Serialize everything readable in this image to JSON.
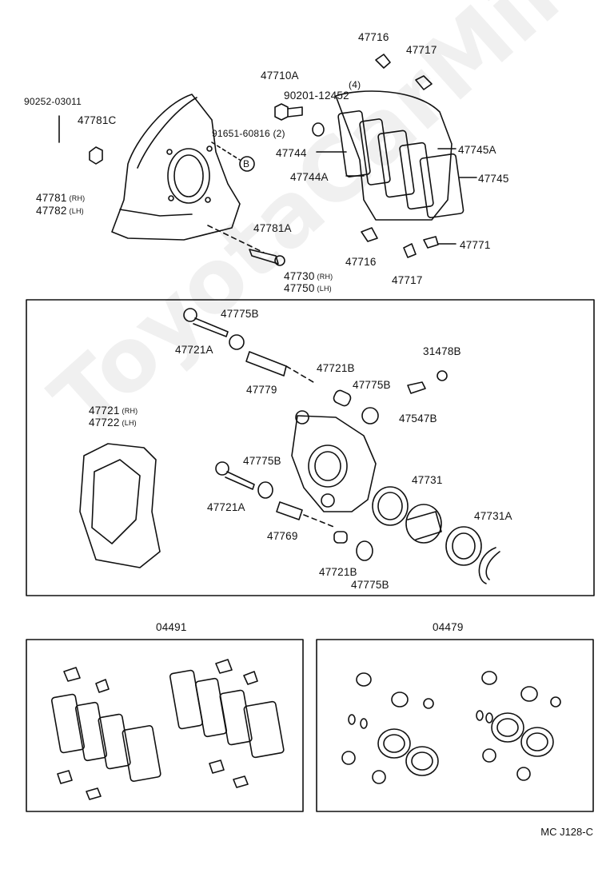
{
  "watermark": "ToyotaCarMir.ru",
  "diagram_code": "MC J128-C",
  "labels": {
    "p90252": "90252-03011",
    "p47781C": "47781C",
    "p47781": "47781",
    "p47782": "47782",
    "rh": "(RH)",
    "lh": "(LH)",
    "p47710A": "47710A",
    "p91651": "91651-60816 (2)",
    "markB": "B",
    "p47781A": "47781A",
    "p47716_top": "47716",
    "p47717_top": "47717",
    "qty4": "(4)",
    "p90201": "90201-12452",
    "p47744": "47744",
    "p47744A": "47744A",
    "p47745A": "47745A",
    "p47745": "47745",
    "p47716_bot": "47716",
    "p47771": "47771",
    "p47717_bot": "47717",
    "p47730": "47730",
    "p47750": "47750",
    "p47775B_1": "47775B",
    "p47721A_1": "47721A",
    "p47779": "47779",
    "p47721B_1": "47721B",
    "p31478B": "31478B",
    "p47775B_2": "47775B",
    "p47547B": "47547B",
    "p47721": "47721",
    "p47722": "47722",
    "p47775B_3": "47775B",
    "p47731": "47731",
    "p47721A_2": "47721A",
    "p47769": "47769",
    "p47731A": "47731A",
    "p47721B_2": "47721B",
    "p47775B_4": "47775B",
    "p04491": "04491",
    "p04479": "04479"
  }
}
